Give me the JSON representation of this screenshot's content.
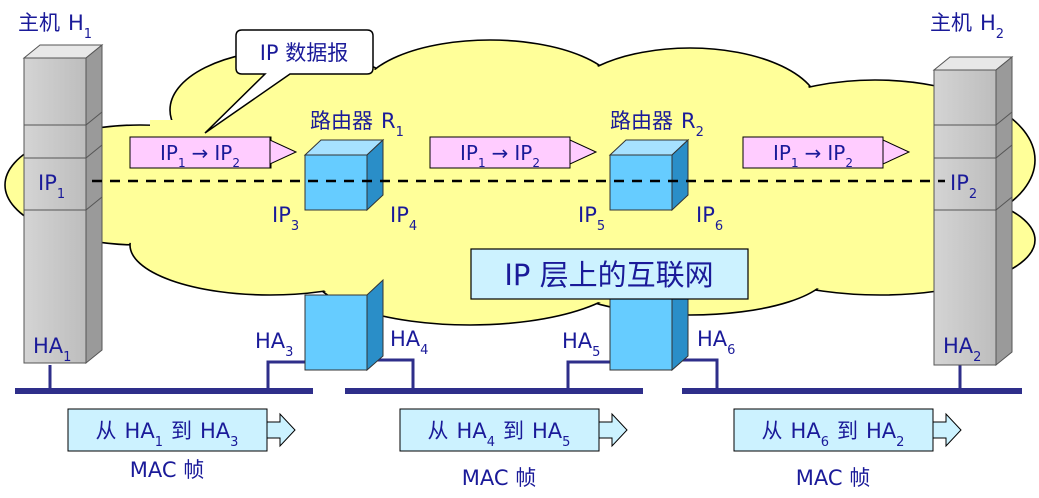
{
  "hosts": {
    "h1": {
      "title": "主机",
      "name": "H",
      "sub": "1",
      "ip": "IP",
      "ip_sub": "1",
      "ha": "HA",
      "ha_sub": "1"
    },
    "h2": {
      "title": "主机",
      "name": "H",
      "sub": "2",
      "ip": "IP",
      "ip_sub": "2",
      "ha": "HA",
      "ha_sub": "2"
    }
  },
  "routers": {
    "r1": {
      "title": "路由器",
      "name": "R",
      "sub": "1",
      "left_ip": "IP",
      "left_ip_sub": "3",
      "right_ip": "IP",
      "right_ip_sub": "4",
      "left_ha": "HA",
      "left_ha_sub": "3",
      "right_ha": "HA",
      "right_ha_sub": "4"
    },
    "r2": {
      "title": "路由器",
      "name": "R",
      "sub": "2",
      "left_ip": "IP",
      "left_ip_sub": "5",
      "right_ip": "IP",
      "right_ip_sub": "6",
      "left_ha": "HA",
      "left_ha_sub": "5",
      "right_ha": "HA",
      "right_ha_sub": "6"
    }
  },
  "callout": "IP 数据报",
  "internet_label": "IP 层上的互联网",
  "ip_packet": {
    "src": "IP",
    "src_sub": "1",
    "arrow": "→",
    "dst": "IP",
    "dst_sub": "2"
  },
  "mac_frames": [
    {
      "from_word": "从",
      "src": "HA",
      "src_sub": "1",
      "to_word": "到",
      "dst": "HA",
      "dst_sub": "3",
      "label": "MAC 帧"
    },
    {
      "from_word": "从",
      "src": "HA",
      "src_sub": "4",
      "to_word": "到",
      "dst": "HA",
      "dst_sub": "5",
      "label": "MAC 帧"
    },
    {
      "from_word": "从",
      "src": "HA",
      "src_sub": "6",
      "to_word": "到",
      "dst": "HA",
      "dst_sub": "2",
      "label": "MAC 帧"
    }
  ],
  "colors": {
    "cloud": "#ffff99",
    "router": "#66ccff",
    "packet": "#ffccff",
    "frame": "#ccf2ff",
    "text": "#1a1a99",
    "bus": "#2e2e8a",
    "host": "#c8c8c8"
  }
}
